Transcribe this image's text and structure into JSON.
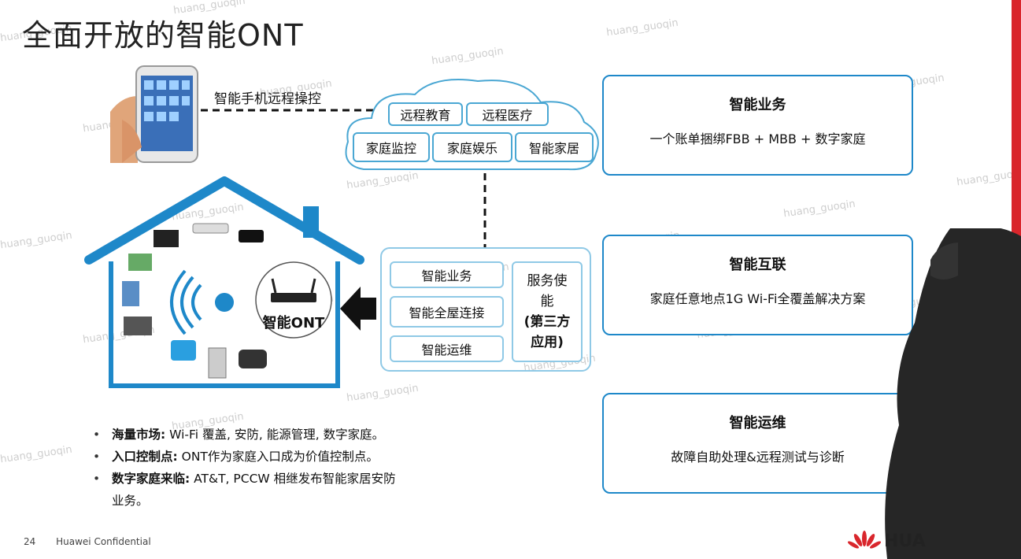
{
  "slide": {
    "title": "全面开放的智能ONT",
    "phone_label": "智能手机远程操控",
    "cloud": {
      "top_row": [
        "远程教育",
        "远程医疗"
      ],
      "bottom_row": [
        "家庭监控",
        "家庭娱乐",
        "智能家居"
      ]
    },
    "home_center_label": "智能ONT",
    "services": {
      "items": [
        "智能业务",
        "智能全屋连接",
        "智能运维"
      ],
      "enable_label_line1": "服务使",
      "enable_label_line2": "能",
      "enable_label_line3": "(第三方",
      "enable_label_line4": "应用)"
    },
    "cards": [
      {
        "title": "智能业务",
        "desc": "一个账单捆绑FBB + MBB + 数字家庭"
      },
      {
        "title": "智能互联",
        "desc": "家庭任意地点1G Wi-Fi全覆盖解决方案"
      },
      {
        "title": "智能运维",
        "desc": "故障自助处理&远程测试与诊断"
      }
    ],
    "bullets": [
      {
        "key": "海量市场:",
        "text": " Wi-Fi 覆盖, 安防, 能源管理, 数字家庭。"
      },
      {
        "key": "入口控制点:",
        "text": " ONT作为家庭入口成为价值控制点。"
      },
      {
        "key": "数字家庭来临:",
        "text": "  AT&T, PCCW 相继发布智能家居安防",
        "text2": "业务。"
      }
    ],
    "footer": {
      "page": "24",
      "confidential": "Huawei Confidential"
    },
    "logo_text": "HUA",
    "watermark": "huang_guoqin"
  },
  "colors": {
    "accent_blue": "#1e88c9",
    "cloud_blue": "#4aa7d3",
    "brand_red": "#d9262c"
  }
}
